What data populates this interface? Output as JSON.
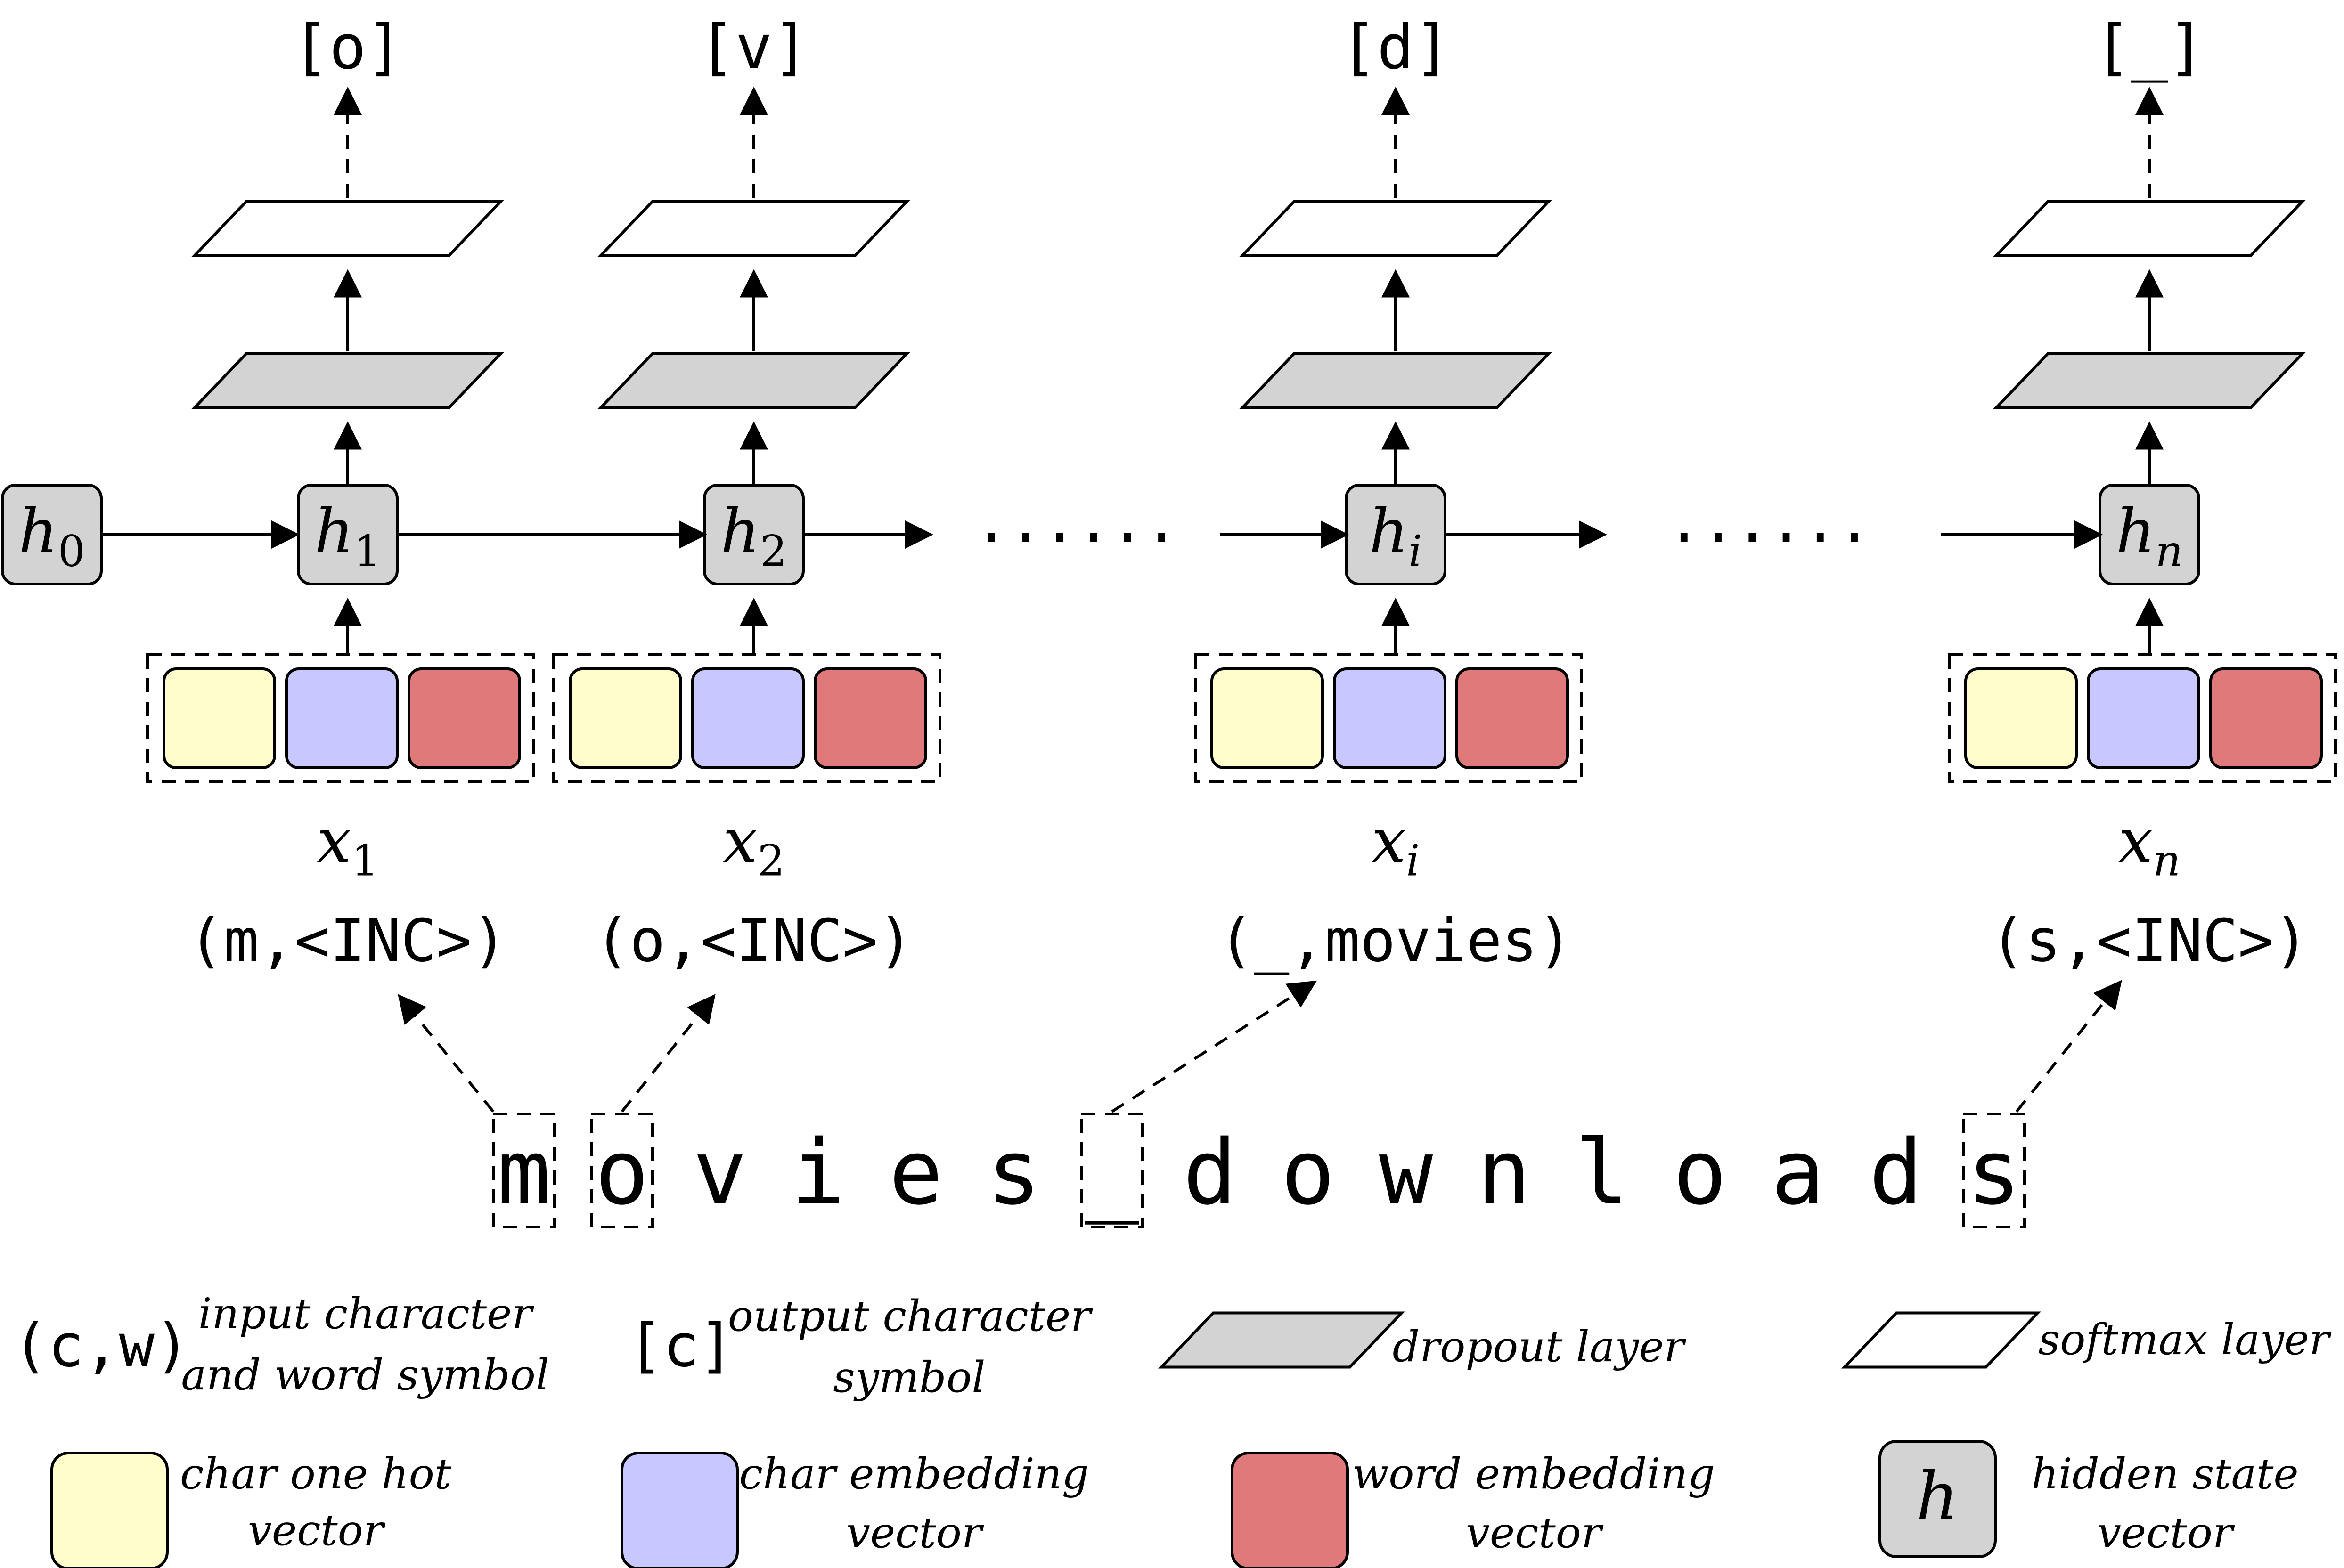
{
  "colors": {
    "char_one_hot": "#fffdcc",
    "char_embedding": "#c8c8ff",
    "word_embedding": "#e07a7a",
    "hidden_state": "#d3d3d3",
    "dropout": "#d3d3d3",
    "softmax": "#ffffff",
    "stroke": "#000000"
  },
  "steps": [
    {
      "output": "[o]",
      "hidden": "h",
      "hidden_sub": "1",
      "input": "x",
      "input_sub": "1",
      "pair": "(m,<INC>)"
    },
    {
      "output": "[v]",
      "hidden": "h",
      "hidden_sub": "2",
      "input": "x",
      "input_sub": "2",
      "pair": "(o,<INC>)"
    },
    {
      "output": "[d]",
      "hidden": "h",
      "hidden_sub": "i",
      "input": "x",
      "input_sub": "i",
      "pair": "(_,movies)"
    },
    {
      "output": "[_]",
      "hidden": "h",
      "hidden_sub": "n",
      "input": "x",
      "input_sub": "n",
      "pair": "(s,<INC>)"
    }
  ],
  "initial_state": {
    "symbol": "h",
    "sub": "0"
  },
  "ellipsis": [
    "......",
    "......"
  ],
  "input_string": [
    "m",
    "o",
    "v",
    "i",
    "e",
    "s",
    "_",
    "d",
    "o",
    "w",
    "n",
    "l",
    "o",
    "a",
    "d",
    "s"
  ],
  "legend": {
    "pair_symbol": "(c,w)",
    "pair_text": [
      "input character",
      "and word symbol"
    ],
    "out_symbol": "[c]",
    "out_text": [
      "output character",
      "symbol"
    ],
    "dropout_text": "dropout layer",
    "softmax_text": "softmax layer",
    "one_hot_text": [
      "char one hot",
      "vector"
    ],
    "char_emb_text": [
      "char embedding",
      "vector"
    ],
    "word_emb_text": [
      "word embedding",
      "vector"
    ],
    "hidden_symbol": "h",
    "hidden_text": [
      "hidden state",
      "vector"
    ]
  },
  "icons": [
    "arrow-icon",
    "dashed-arrow-icon",
    "parallelogram-icon"
  ]
}
